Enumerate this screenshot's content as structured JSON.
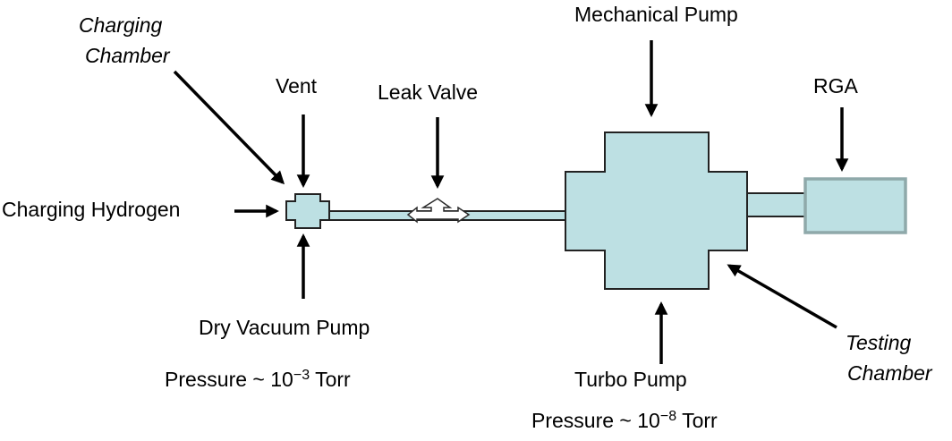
{
  "diagram": {
    "title": "Hydrogen charging and testing vacuum system",
    "labels": {
      "charging_chamber_line1": "Charging",
      "charging_chamber_line2": "Chamber",
      "vent": "Vent",
      "leak_valve": "Leak Valve",
      "mechanical_pump": "Mechanical Pump",
      "rga": "RGA",
      "charging_hydrogen": "Charging Hydrogen",
      "dry_vacuum_pump": "Dry Vacuum Pump",
      "pressure_left_prefix": "Pressure ~ 10",
      "pressure_left_exp": "−3",
      "pressure_left_unit": " Torr",
      "turbo_pump": "Turbo Pump",
      "pressure_right_prefix": "Pressure ~ 10",
      "pressure_right_exp": "−8",
      "pressure_right_unit": " Torr",
      "testing_chamber_line1": "Testing",
      "testing_chamber_line2": "Chamber"
    },
    "colors": {
      "component_fill": "#bde0e3",
      "rga_border": "#8fa9aa",
      "outline": "#222222"
    }
  }
}
